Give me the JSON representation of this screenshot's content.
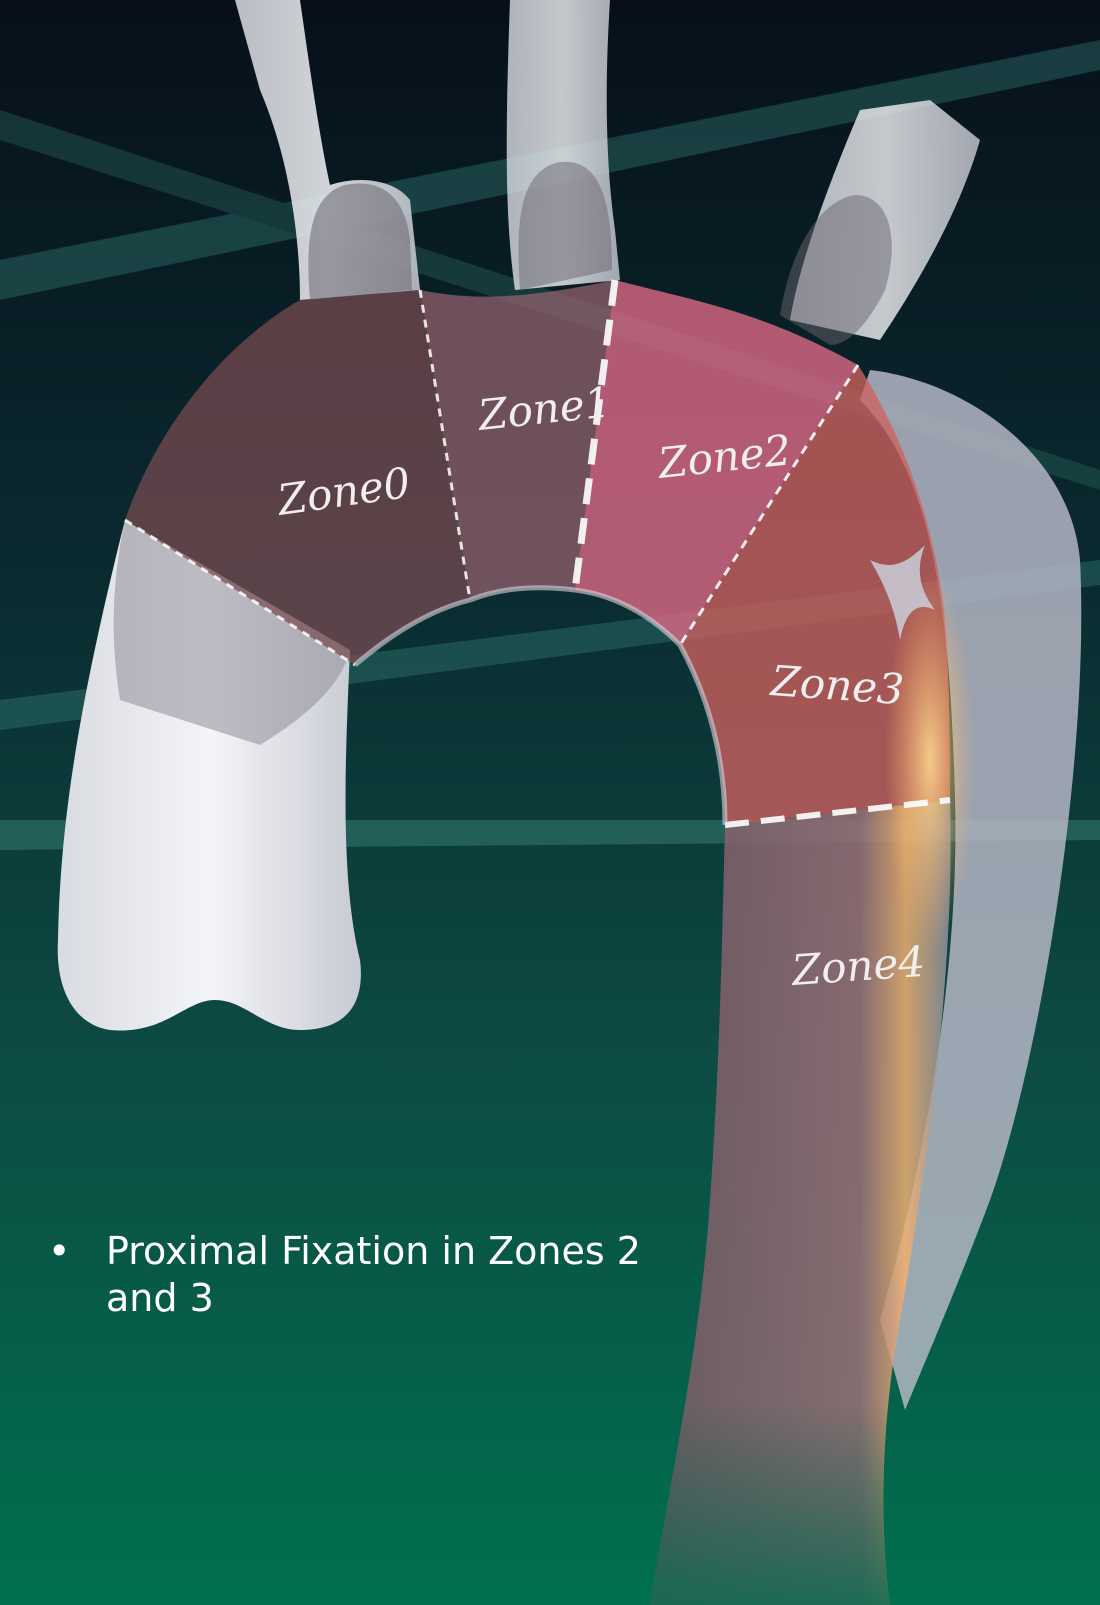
{
  "zones": [
    {
      "id": "zone-0",
      "label": "Zone0"
    },
    {
      "id": "zone-1",
      "label": "Zone1"
    },
    {
      "id": "zone-2",
      "label": "Zone2"
    },
    {
      "id": "zone-3",
      "label": "Zone3"
    },
    {
      "id": "zone-4",
      "label": "Zone4"
    }
  ],
  "bullets": [
    {
      "marker": "•",
      "text": "Proximal Fixation in Zones 2 and 3"
    }
  ],
  "colors": {
    "background_top": "#07101a",
    "background_bottom": "#00704f",
    "zone0_fill": "#8a5a5e",
    "zone1_fill": "#a07078",
    "zone2_fill": "#e0708a",
    "zone3_fill": "#d86a6a",
    "zone4_fill": "#9a6a70",
    "vessel": "#e4e6ec"
  }
}
